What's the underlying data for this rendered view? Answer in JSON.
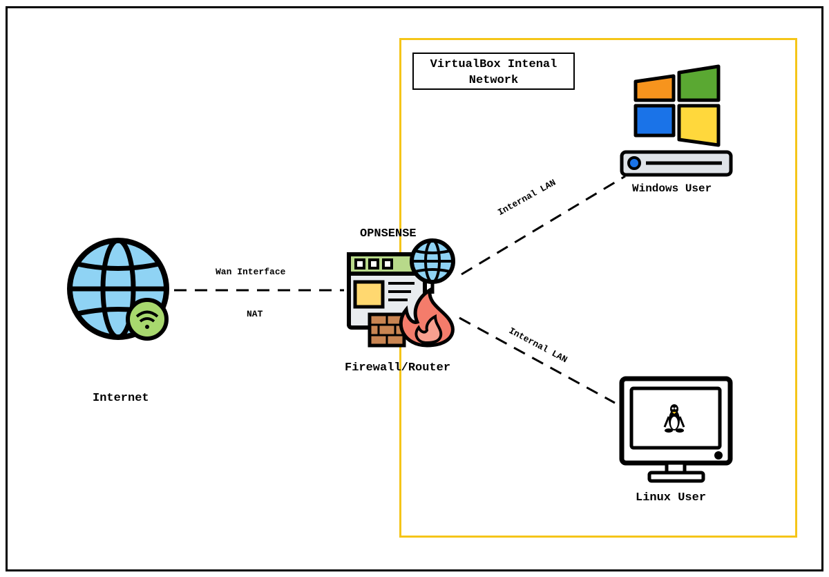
{
  "network_box": {
    "title": "VirtualBox Intenal\nNetwork"
  },
  "nodes": {
    "internet": "Internet",
    "firewall_top": "OPNSENSE",
    "firewall_bottom": "Firewall/Router",
    "windows": "Windows User",
    "linux": "Linux User"
  },
  "links": {
    "wan_top": "Wan Interface",
    "wan_bottom": "NAT",
    "lan_windows": "Internal LAN",
    "lan_linux": "Internal LAN"
  },
  "colors": {
    "network_box_border": "#f5c518",
    "globe": "#8fd3f4",
    "wifi_badge": "#a8d86e",
    "flame": "#f47c6b",
    "win_orange": "#f7941d",
    "win_green": "#5aa832",
    "win_blue": "#1a73e8",
    "win_yellow": "#ffd83c"
  }
}
